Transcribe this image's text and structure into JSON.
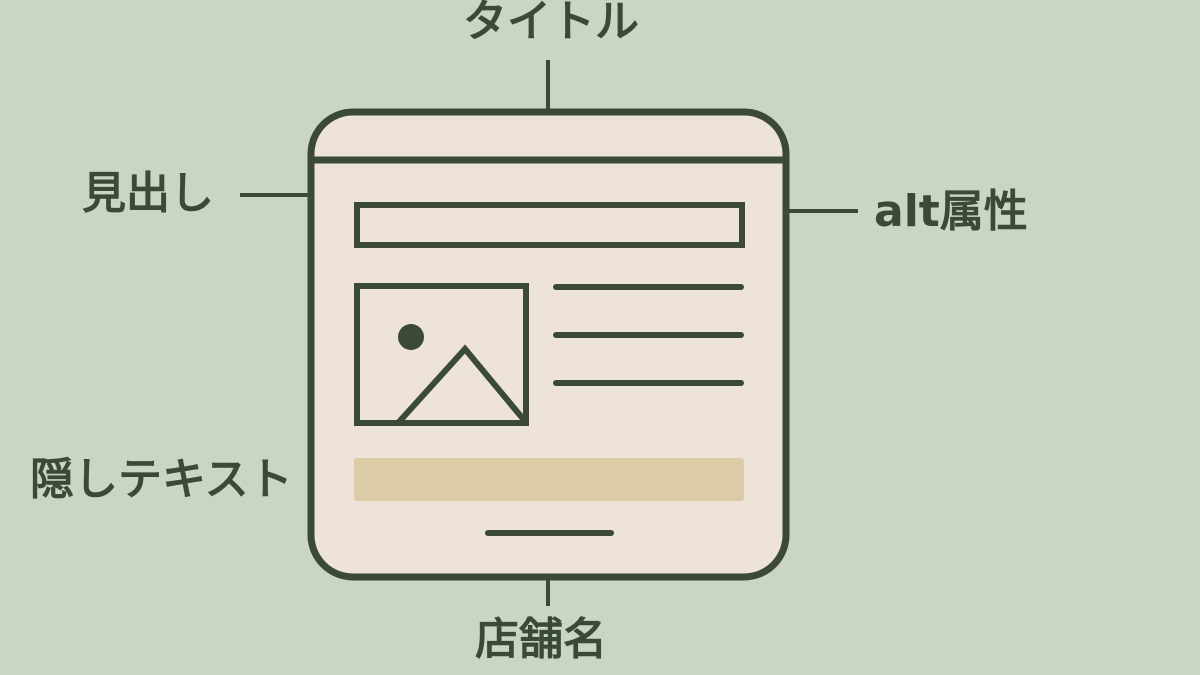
{
  "colors": {
    "background": "#cad5c2",
    "ink": "#3b4a34",
    "card": "#ede3d6",
    "hidden_bar": "#dccca6"
  },
  "labels": {
    "title": "タイトル",
    "heading": "見出し",
    "alt": "alt属性",
    "hidden_text": "隠しテキスト",
    "store_name": "店舗名"
  },
  "icons": {
    "image": "image-placeholder-icon"
  }
}
